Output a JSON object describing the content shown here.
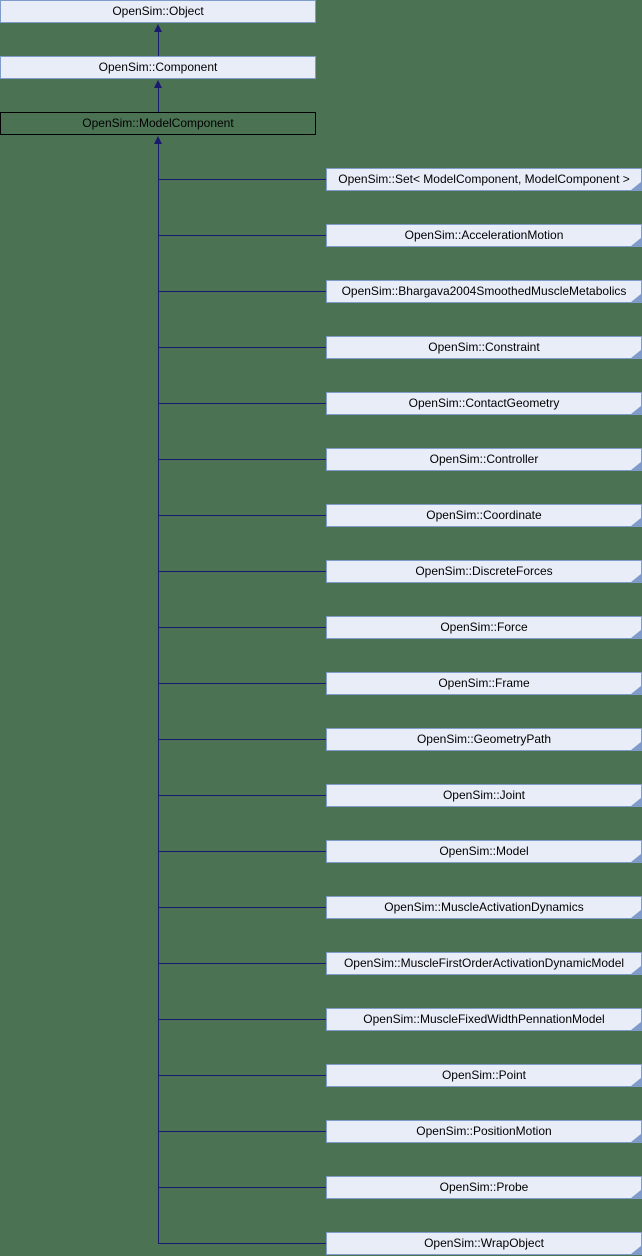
{
  "diagram": {
    "type": "class-inheritance-graph",
    "colors": {
      "background": "#4A7253",
      "node_fill": "#E8EDF7",
      "node_border": "#7E9BC9",
      "edge": "#191970",
      "highlight_border": "#000000",
      "text": "#000000"
    },
    "ancestors": [
      "OpenSim::Object",
      "OpenSim::Component"
    ],
    "current": "OpenSim::ModelComponent",
    "derived": [
      "OpenSim::Set< ModelComponent, ModelComponent >",
      "OpenSim::AccelerationMotion",
      "OpenSim::Bhargava2004SmoothedMuscleMetabolics",
      "OpenSim::Constraint",
      "OpenSim::ContactGeometry",
      "OpenSim::Controller",
      "OpenSim::Coordinate",
      "OpenSim::DiscreteForces",
      "OpenSim::Force",
      "OpenSim::Frame",
      "OpenSim::GeometryPath",
      "OpenSim::Joint",
      "OpenSim::Model",
      "OpenSim::MuscleActivationDynamics",
      "OpenSim::MuscleFirstOrderActivationDynamicModel",
      "OpenSim::MuscleFixedWidthPennationModel",
      "OpenSim::Point",
      "OpenSim::PositionMotion",
      "OpenSim::Probe",
      "OpenSim::WrapObject"
    ]
  }
}
